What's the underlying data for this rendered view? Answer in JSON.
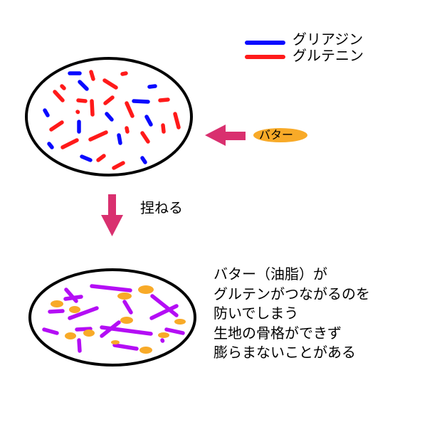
{
  "legend": {
    "items": [
      {
        "label": "グリアジン",
        "color": "#0a0aff"
      },
      {
        "label": "グルテニン",
        "color": "#ff1a1a"
      }
    ]
  },
  "butter_label": "バター",
  "knead_label": "捏ねる",
  "explanation": {
    "lines": [
      "バター（油脂）が",
      "グルテンがつながるのを",
      "防いでしまう",
      "生地の骨格ができず",
      "膨らまないことがある"
    ]
  },
  "colors": {
    "gliadin": "#0a0aff",
    "glutenin": "#ff1a1a",
    "gluten_network": "#b40ef5",
    "butter": "#f8aa28",
    "arrow": "#d9306f"
  }
}
